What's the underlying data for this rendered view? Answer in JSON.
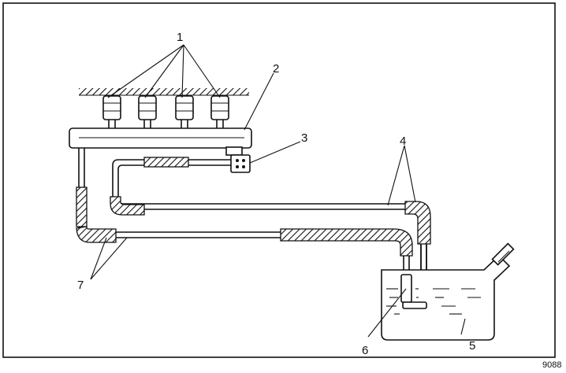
{
  "callouts": {
    "c1": "1",
    "c2": "2",
    "c3": "3",
    "c4": "4",
    "c5": "5",
    "c6": "6",
    "c7": "7"
  },
  "figure_code": "9088",
  "colors": {
    "ink": "#111111",
    "background": "#ffffff"
  }
}
